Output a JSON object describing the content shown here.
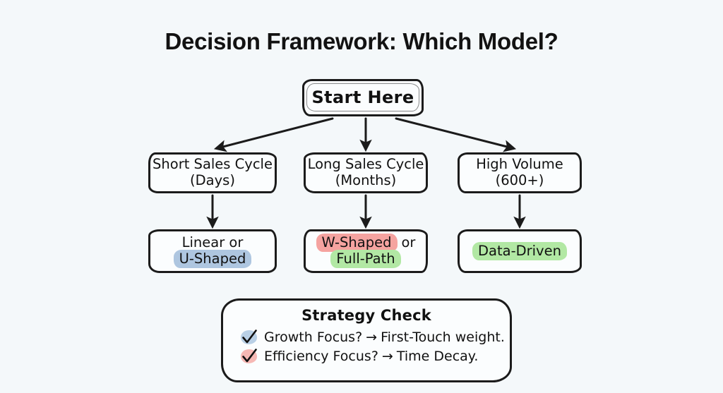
{
  "title": "Decision Framework: Which Model?",
  "background_color": "#f4f8fa",
  "ink_color": "#1b1b1b",
  "start_node": {
    "label": "Start Here"
  },
  "conditions": [
    {
      "line1": "Short Sales Cycle",
      "line2": "(Days)"
    },
    {
      "line1": "Long Sales Cycle",
      "line2": "(Months)"
    },
    {
      "line1": "High Volume",
      "line2": "(600+)"
    }
  ],
  "outcomes": [
    {
      "line1_plain": "Linear or",
      "line2_highlight": "U-Shaped",
      "line2_color": "#aec6e0"
    },
    {
      "line1_highlight": "W-Shaped",
      "line1_color": "#f5a3a0",
      "line1_suffix": "or",
      "line2_highlight": "Full-Path",
      "line2_color": "#b2e8a4"
    },
    {
      "line1_highlight": "Data-Driven",
      "line1_color": "#b2e8a4"
    }
  ],
  "strategy_check": {
    "title": "Strategy Check",
    "items": [
      {
        "check_color": "#b9d0e6",
        "question": "Growth Focus?",
        "arrow": "→",
        "answer": "First-Touch weight."
      },
      {
        "check_color": "#f6b8b4",
        "question": "Efficiency Focus?",
        "arrow": "→",
        "answer": "Time Decay."
      }
    ]
  }
}
